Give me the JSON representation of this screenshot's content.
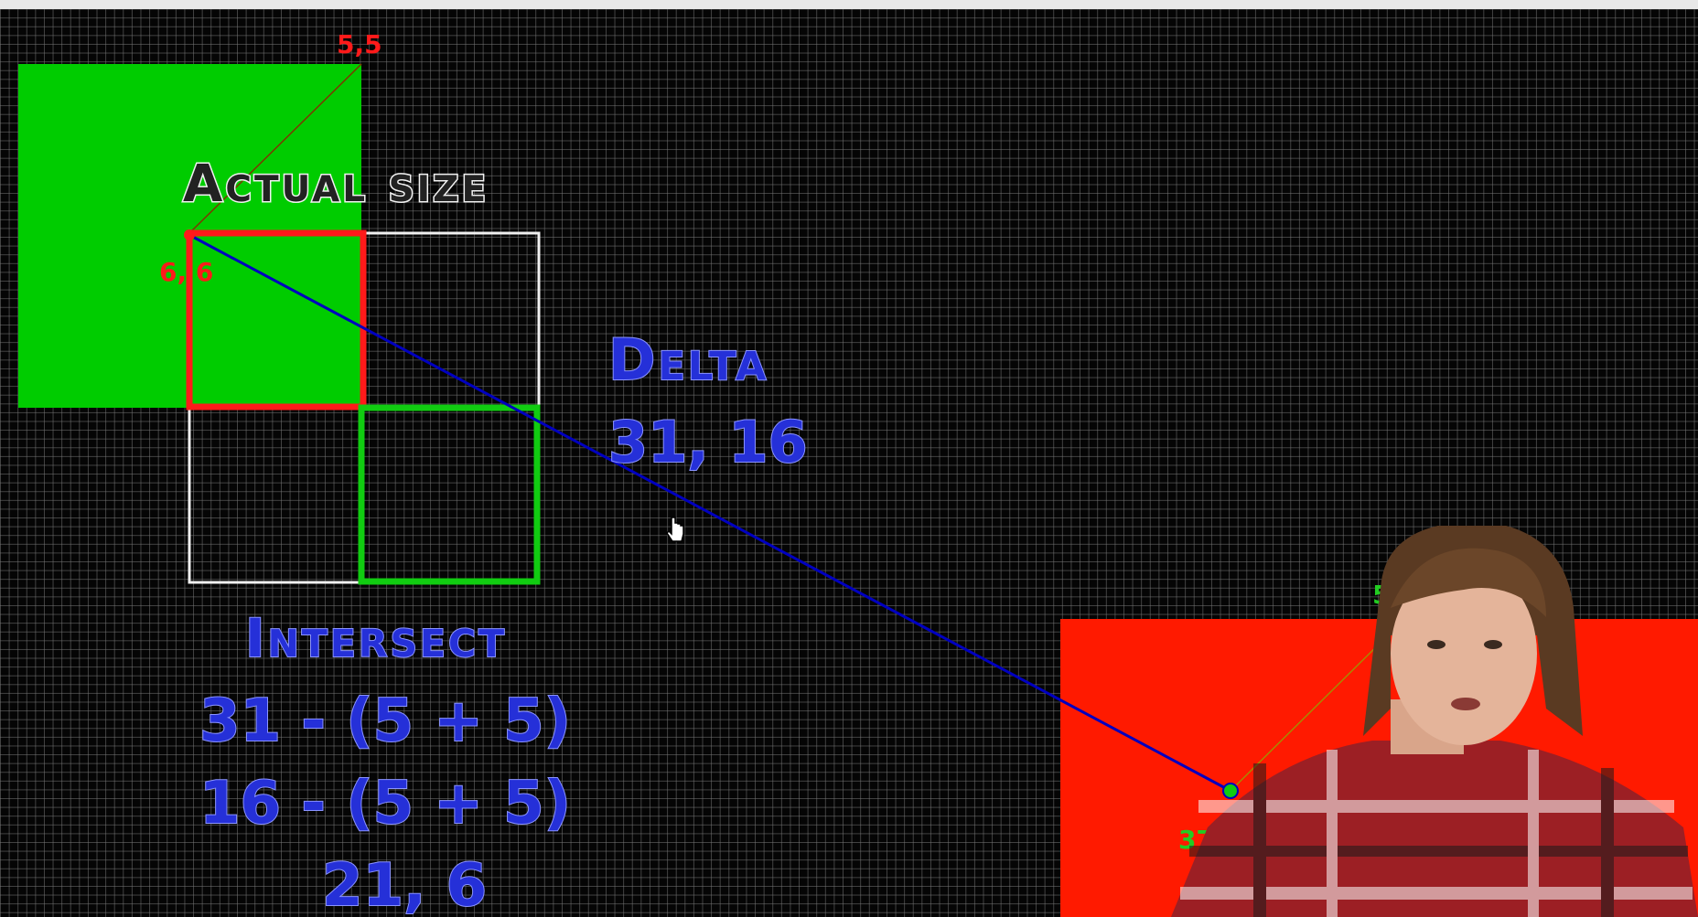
{
  "diagram": {
    "corner_label_top": "5,5",
    "corner_label_origin": "6, 6",
    "corner_label_right_top": "5",
    "corner_label_right": "37, 2",
    "actual_size_title": "Actual size",
    "delta_title": "Delta",
    "delta_value": "31, 16",
    "intersect_title": "Intersect",
    "intersect_line1": "31 - (5 + 5)",
    "intersect_line2": "16 - (5 + 5)",
    "intersect_result": "21, 6"
  },
  "colors": {
    "green_box": "#00cc00",
    "red_box": "#ff1a00",
    "red_outline": "#ff1a1a",
    "green_outline": "#11cc11",
    "white_outline": "#f0f0f0",
    "delta_line": "#0000c0",
    "text_blue": "#2530d8"
  },
  "icons": {
    "cursor": "hand-cursor-icon",
    "presenter": "presenter-webcam-overlay"
  }
}
